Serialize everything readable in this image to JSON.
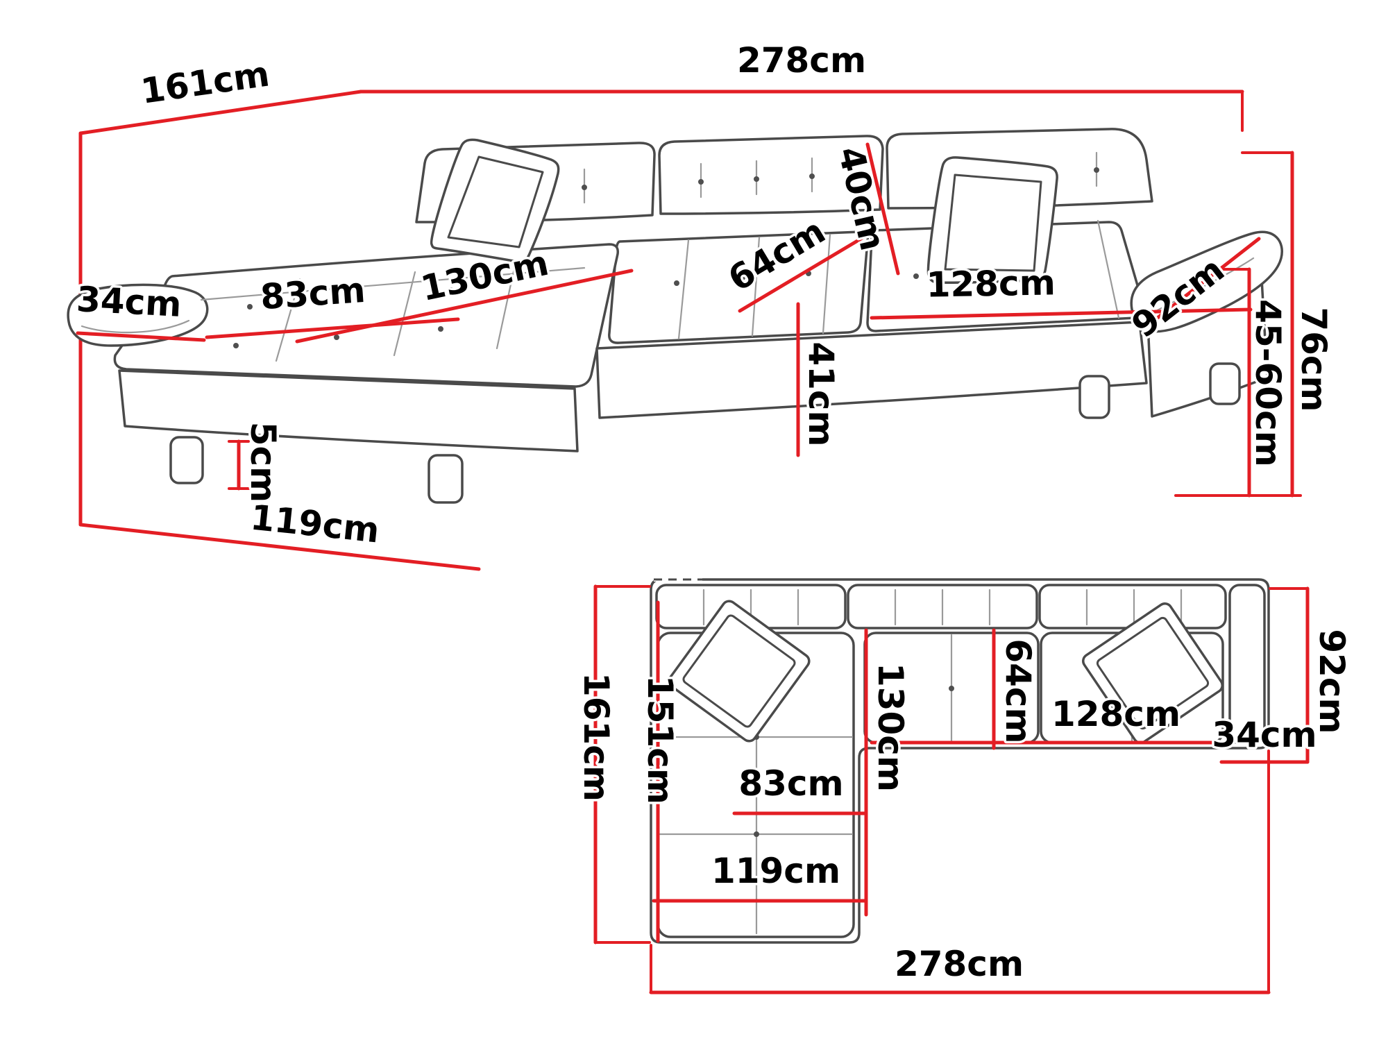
{
  "title": "Corner sofa dimensions diagram",
  "units": "cm",
  "colors": {
    "dimension_line": "#e31e24",
    "outline": "#4a4a4a",
    "label": "#000000",
    "background": "#ffffff"
  },
  "perspective": {
    "total_width": "278cm",
    "total_depth": "161cm",
    "backrest_height": "40cm",
    "left_armrest_width": "34cm",
    "chaise_cushion_width": "83cm",
    "chaise_length": "130cm",
    "seat_depth": "64cm",
    "right_seat_width": "128cm",
    "armrest_depth": "92cm",
    "total_height": "76cm",
    "seat_height": "45-60cm",
    "base_front_height": "41cm",
    "leg_height": "5cm",
    "chaise_total_width": "119cm"
  },
  "plan": {
    "total_depth": "161cm",
    "inner_depth": "151cm",
    "chaise_length": "130cm",
    "seat_depth": "64cm",
    "right_seat_width": "128cm",
    "armrest_width": "34cm",
    "section_depth": "92cm",
    "chaise_cushion_width": "83cm",
    "chaise_total_width": "119cm",
    "total_width": "278cm"
  }
}
